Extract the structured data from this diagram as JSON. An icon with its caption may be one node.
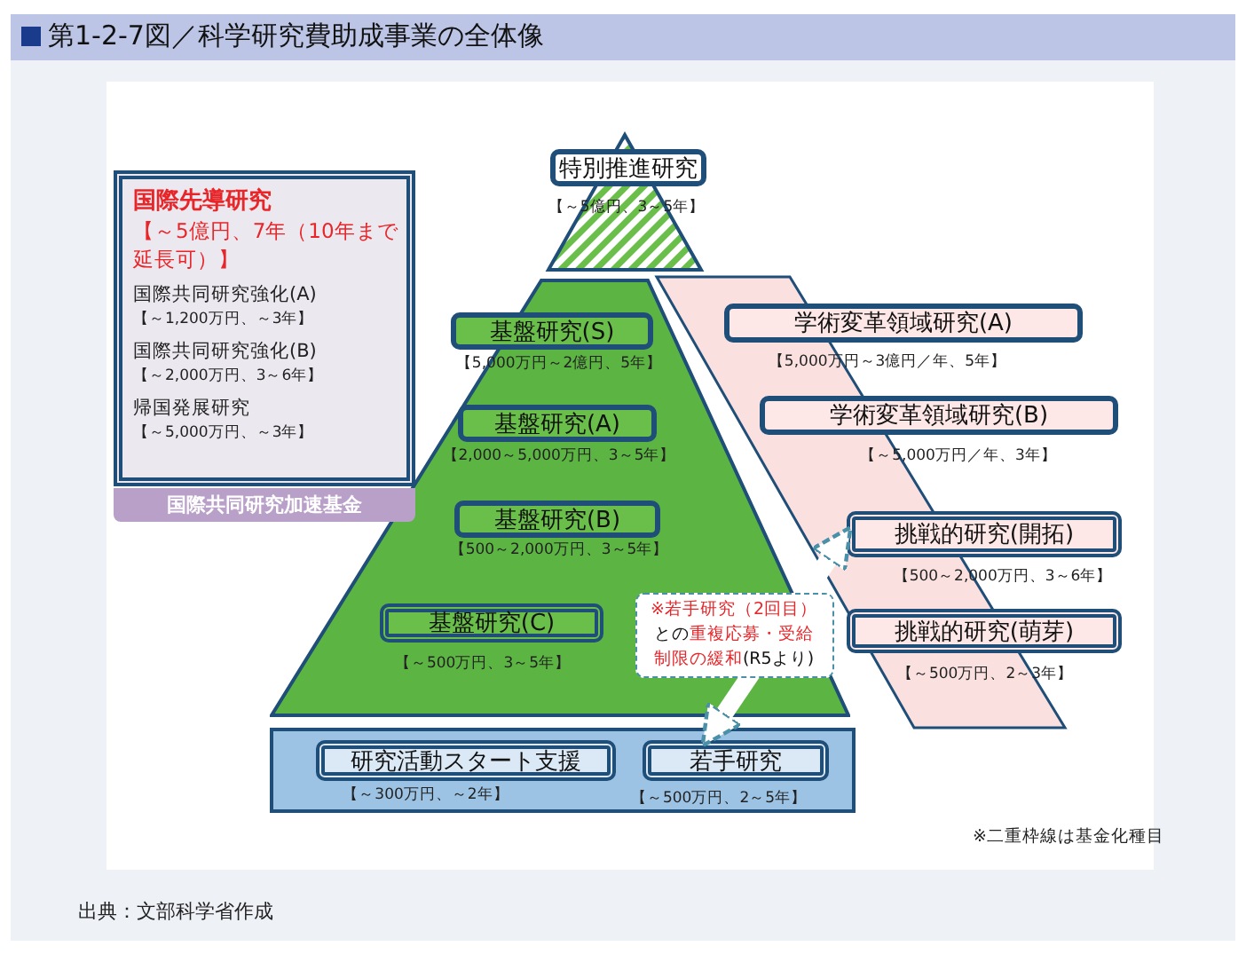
{
  "diagram": {
    "title": "第1-2-7図／科学研究費助成事業の全体像",
    "caption": "出典：文部科学省作成",
    "nodes": [
      {
        "text": [
          "国際先導研究",
          "【～5億円、7年（10年まで延長可）】",
          "国際共同研究強化(A)",
          "【～1,200万円、～3年】",
          "国際共同研究強化(B)",
          "【～2,000万円、3～6年】",
          "帰国発展研究",
          "【～5,000万円、～3年】",
          "国際共同研究加速基金"
        ]
      },
      {
        "text": [
          "特別推進研究"
        ],
        "beside": [
          "【～5億円、3～5年】"
        ]
      },
      {
        "text": [],
        "shape": "trapezoid"
      },
      {
        "text": [
          "基盤研究(S)"
        ],
        "beside": [
          "【5,000万円～2億円、5年】"
        ],
        "in": 2
      },
      {
        "text": [
          "基盤研究(A)"
        ],
        "beside": [
          "【2,000～5,000万円、3～5年】"
        ],
        "in": 2
      },
      {
        "text": [
          "基盤研究(B)"
        ],
        "beside": [
          "【500～2,000万円、3～5年】"
        ],
        "in": 2
      },
      {
        "text": [
          "基盤研究(C)"
        ],
        "beside": [
          "【～500万円、3～5年】"
        ],
        "in": 2
      },
      {
        "text": [
          "学術変革領域研究(A)"
        ],
        "beside": [
          "【5,000万円～3億円／年、5年】"
        ]
      },
      {
        "text": [
          "学術変革領域研究(B)"
        ],
        "beside": [
          "【～5,000万円／年、3年】"
        ]
      },
      {
        "text": [
          "挑戦的研究(開拓)"
        ],
        "beside": [
          "【500～2,000万円、3～6年】"
        ]
      },
      {
        "text": [
          "挑戦的研究(萌芽)"
        ],
        "beside": [
          "【～500万円、2～3年】"
        ]
      },
      {
        "text": [],
        "shape": "box"
      },
      {
        "text": [
          "研究活動スタート支援"
        ],
        "beside": [
          "【～300万円、～2年】"
        ],
        "in": 11
      },
      {
        "text": [
          "若手研究"
        ],
        "beside": [
          "【～500万円、2～5年】"
        ],
        "in": 11
      }
    ],
    "edges": [
      {
        "from": 13,
        "to": 9,
        "arrow": "both",
        "label": "**※若手研究（2回目）**との**重複応募・受給制限の緩和**(R5より)"
      }
    ],
    "labels": [
      "※二重枠線は基金化種目"
    ]
  }
}
